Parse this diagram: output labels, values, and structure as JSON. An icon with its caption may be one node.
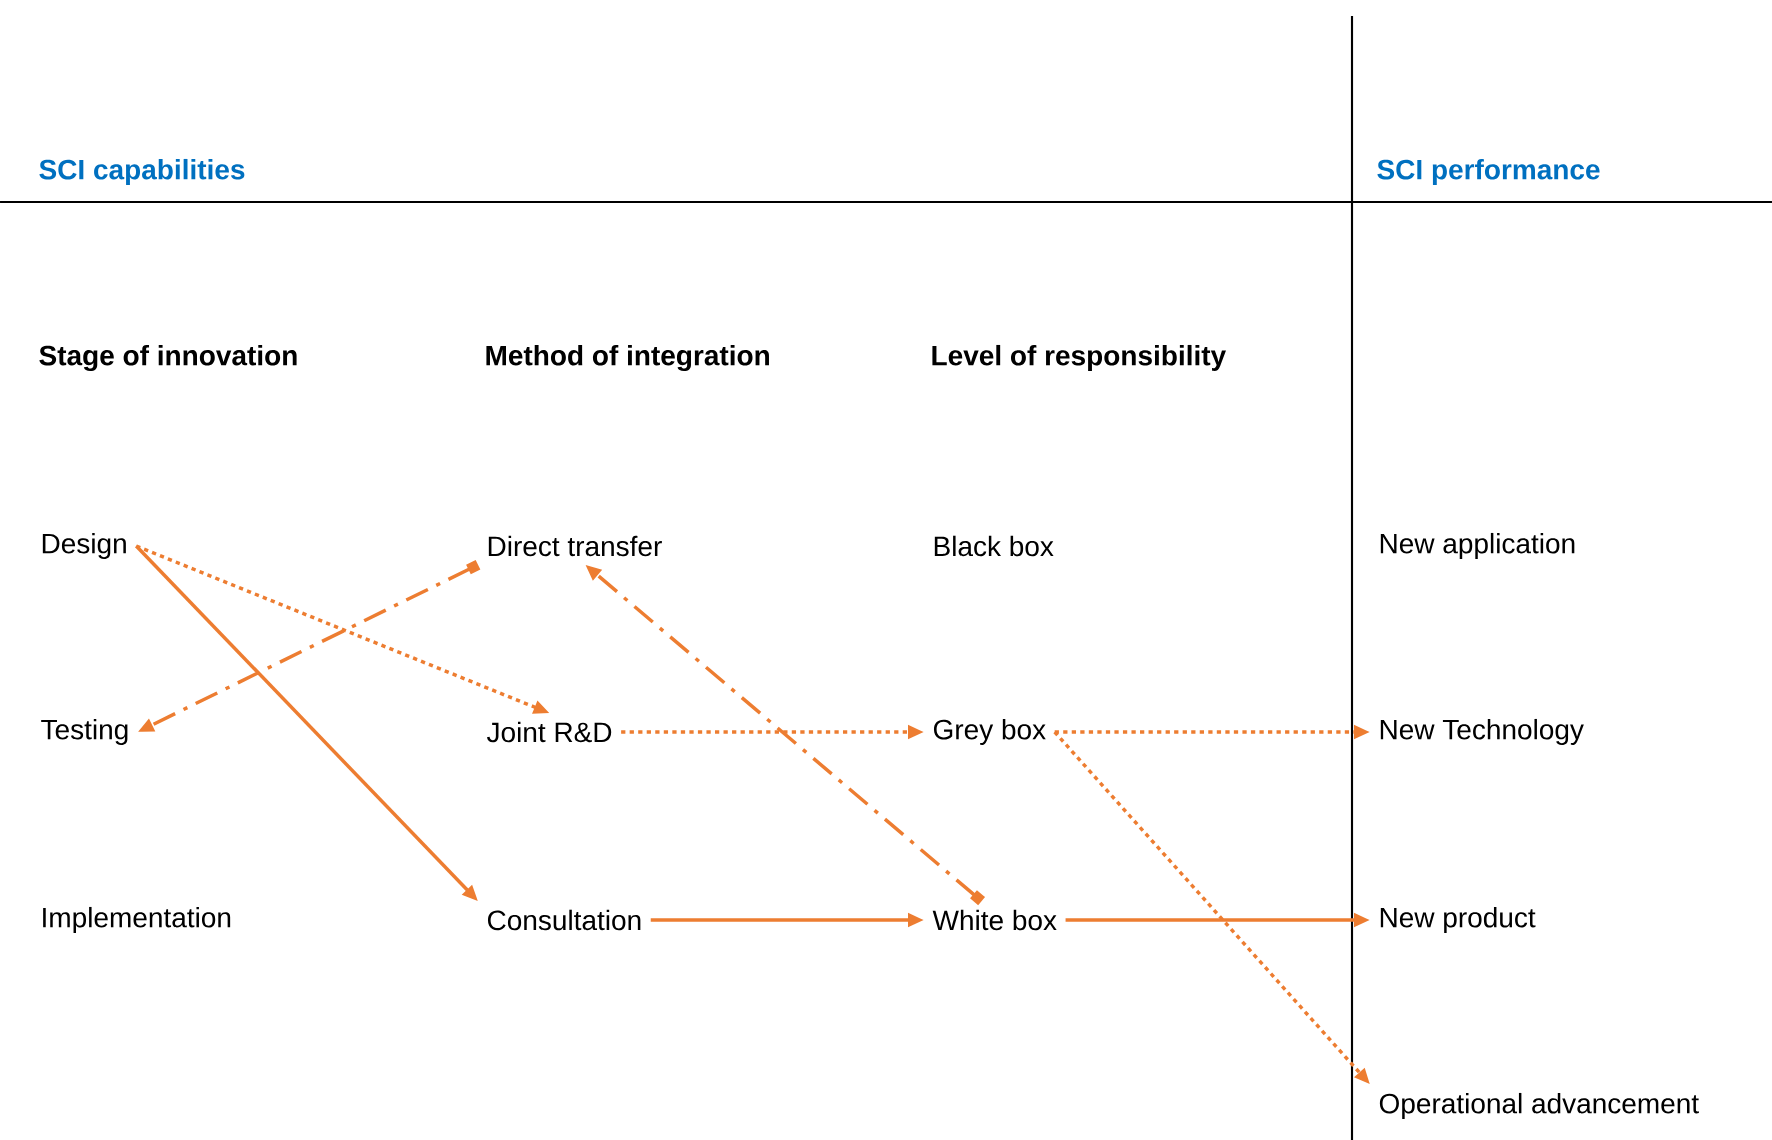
{
  "diagram": {
    "nodes": [
      {
        "text": [
          "Design"
        ]
      },
      {
        "text": [
          "Testing"
        ]
      },
      {
        "text": [
          "Implementation"
        ]
      },
      {
        "text": [
          "Direct transfer"
        ]
      },
      {
        "text": [
          "Joint R&D"
        ]
      },
      {
        "text": [
          "Consultation"
        ]
      },
      {
        "text": [
          "Black box"
        ]
      },
      {
        "text": [
          "Grey box"
        ]
      },
      {
        "text": [
          "White box"
        ]
      },
      {
        "text": [
          "New application"
        ]
      },
      {
        "text": [
          "New Technology"
        ]
      },
      {
        "text": [
          "New product"
        ]
      },
      {
        "text": [
          "Operational advancement"
        ]
      }
    ],
    "edges": [
      {
        "from": 0,
        "to": 5,
        "arrow": "to"
      },
      {
        "from": 0,
        "to": 4,
        "arrow": "to",
        "style": "dashed"
      },
      {
        "from": 3,
        "to": 1,
        "arrow": "to",
        "style": "dashed"
      },
      {
        "from": 8,
        "to": 3,
        "arrow": "to",
        "style": "dashed"
      },
      {
        "from": 4,
        "to": 7,
        "arrow": "to",
        "style": "dashed"
      },
      {
        "from": 5,
        "to": 8,
        "arrow": "to"
      },
      {
        "from": 7,
        "to": 10,
        "arrow": "to",
        "style": "dashed"
      },
      {
        "from": 7,
        "to": 12,
        "arrow": "to",
        "style": "dashed"
      },
      {
        "from": 8,
        "to": 11,
        "arrow": "to"
      }
    ],
    "labels": [
      "SCI capabilities",
      "SCI performance",
      "Stage of innovation",
      "Method of integration",
      "Level of responsibility"
    ]
  }
}
